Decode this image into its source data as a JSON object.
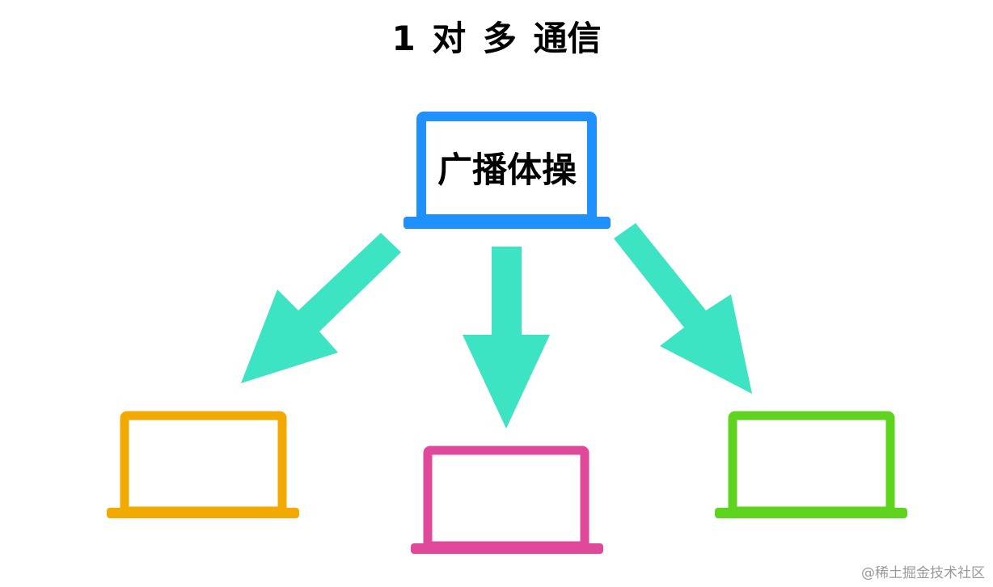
{
  "title": "1 对 多 通信",
  "source": {
    "label": "广播体操",
    "color": "#1E90FF"
  },
  "receivers": [
    {
      "name": "receiver-left",
      "color": "#F2A900"
    },
    {
      "name": "receiver-center",
      "color": "#E0489A"
    },
    {
      "name": "receiver-right",
      "color": "#5ED41E"
    }
  ],
  "arrow_color": "#3CE4C4",
  "watermark": "@稀土掘金技术社区"
}
